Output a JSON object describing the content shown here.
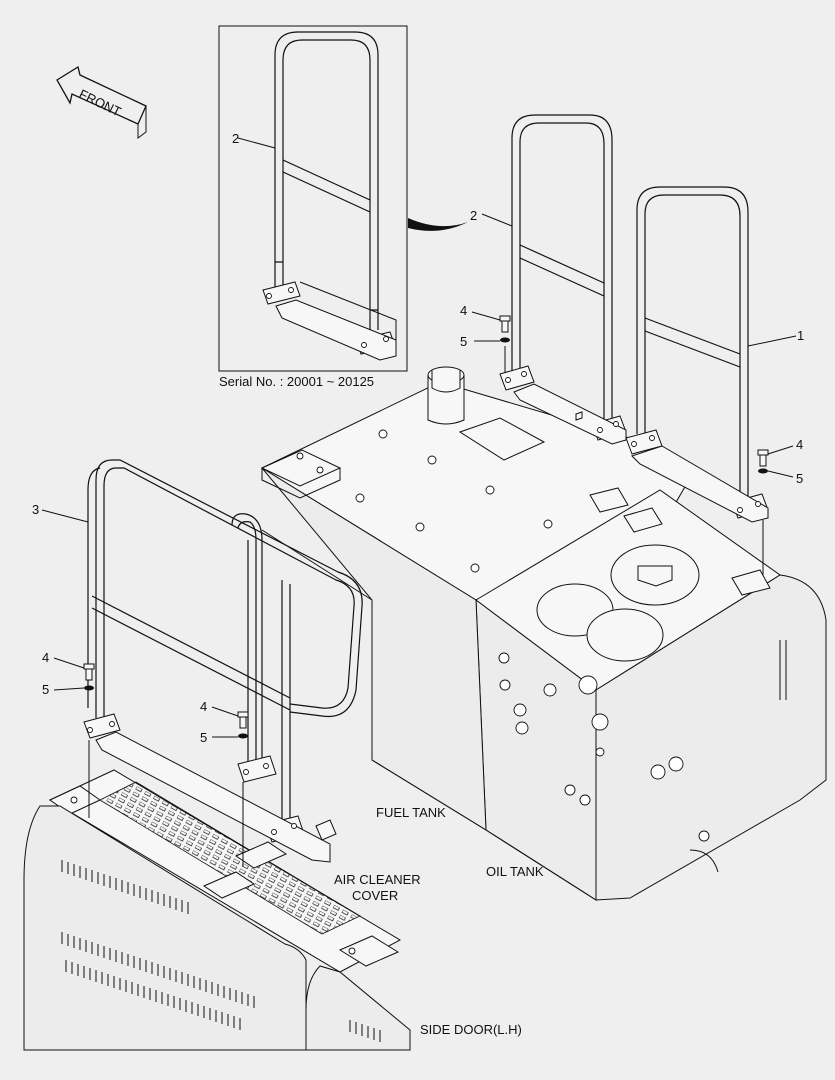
{
  "front_arrow": {
    "label": "FRONT"
  },
  "inset": {
    "serial_text": "Serial No. : 20001 ~ 20125",
    "callout_2": "2"
  },
  "callouts": {
    "c1": "1",
    "c2": "2",
    "c3": "3",
    "c4_right": "4",
    "c5_right": "5",
    "c4_top": "4",
    "c5_top": "5",
    "c4_left": "4",
    "c5_left": "5",
    "c4_mid": "4",
    "c5_mid": "5"
  },
  "labels": {
    "fuel_tank": "FUEL TANK",
    "oil_tank": "OIL TANK",
    "air_cleaner_line1": "AIR CLEANER",
    "air_cleaner_line2": "COVER",
    "side_door": "SIDE DOOR(L.H)"
  }
}
